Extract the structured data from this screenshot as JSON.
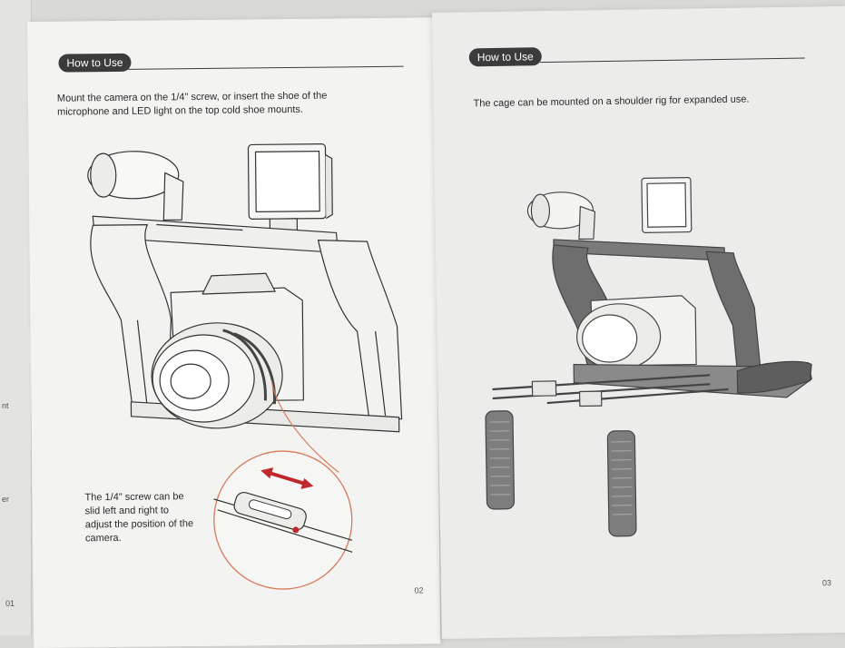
{
  "left_page": {
    "heading": "How to Use",
    "instruction": "Mount the camera on the 1/4\" screw, or insert the shoe of the microphone and LED light on the top cold shoe mounts.",
    "callout": "The 1/4\" screw can be slid left and right to adjust the position of the camera.",
    "page_number": "02"
  },
  "right_page": {
    "heading": "How to Use",
    "instruction": "The cage can be mounted on a shoulder rig for expanded use.",
    "page_number": "03"
  },
  "edge_page": {
    "page_number": "01",
    "fragment_1": "nt",
    "fragment_2": "er"
  },
  "colors": {
    "accent_arrow": "#c0282d",
    "callout_circle": "#d77a5c",
    "pill": "#3b3b3b"
  }
}
